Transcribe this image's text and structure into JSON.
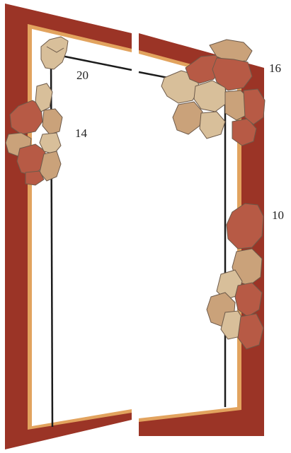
{
  "colors": {
    "frame_red": "#9b3426",
    "frame_orange": "#e2a35e",
    "line": "#1c1c1c",
    "fragment_light": "#d8bf9a",
    "fragment_tan": "#caa27a",
    "fragment_red": "#b75a45",
    "crack": "#6d5a4a",
    "background": "#ffffff"
  },
  "labels": {
    "fragment_20": "20",
    "fragment_16": "16",
    "fragment_14": "14",
    "fragment_10": "10"
  }
}
